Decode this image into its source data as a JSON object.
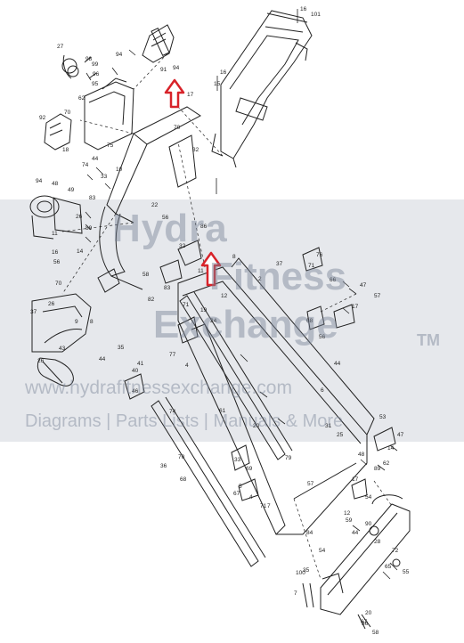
{
  "watermark": {
    "brand_line1": "Hydra",
    "brand_line2": "Fitness",
    "brand_line3": "Exchange",
    "trademark": "TM",
    "url": "www.hydrafitnessexchange.com",
    "tagline": "Diagrams | Parts Lists | Manuals & More"
  },
  "highlight_color": "#d8232a",
  "part_labels": [
    "16",
    "101",
    "16",
    "15",
    "27",
    "98",
    "94",
    "99",
    "96",
    "95",
    "92",
    "70",
    "18",
    "91",
    "94",
    "17",
    "70",
    "32",
    "74",
    "44",
    "33",
    "10",
    "75",
    "62",
    "94",
    "48",
    "49",
    "26",
    "83",
    "89",
    "11",
    "16",
    "14",
    "56",
    "70",
    "37",
    "26",
    "9",
    "8",
    "44",
    "43",
    "26",
    "35",
    "41",
    "46",
    "77",
    "4",
    "19",
    "71",
    "82",
    "83",
    "58",
    "22",
    "56",
    "32",
    "11",
    "24",
    "12",
    "8",
    "2",
    "37",
    "71",
    "76",
    "66",
    "68",
    "56",
    "44",
    "17",
    "47",
    "57",
    "6",
    "31",
    "25",
    "48",
    "89",
    "14",
    "47",
    "61",
    "20",
    "33",
    "69",
    "5",
    "4",
    "71",
    "40",
    "74",
    "79",
    "17",
    "53",
    "54",
    "84",
    "54",
    "12",
    "44",
    "28",
    "72",
    "65",
    "55",
    "35",
    "67",
    "58",
    "20",
    "7",
    "36",
    "57",
    "67",
    "7",
    "59",
    "90",
    "70",
    "100",
    "36",
    "62",
    "68",
    "86"
  ]
}
